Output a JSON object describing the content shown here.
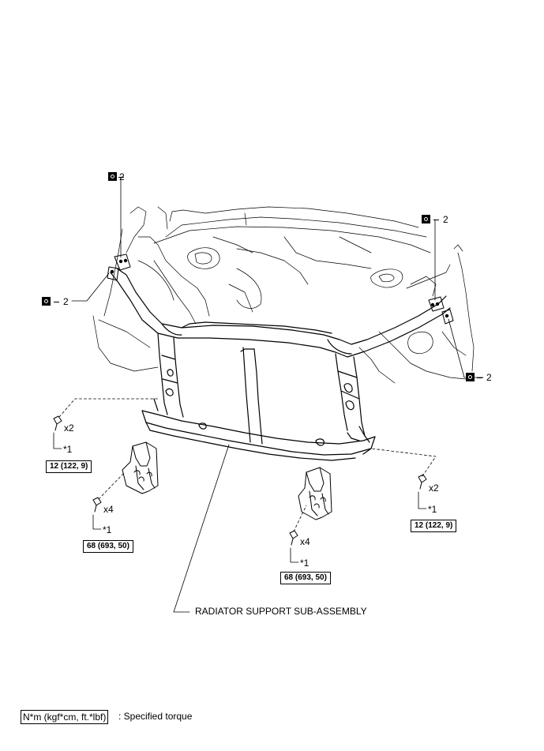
{
  "seal_marks": [
    {
      "number": "2"
    },
    {
      "number": "2"
    },
    {
      "number": "2"
    },
    {
      "number": "2"
    }
  ],
  "qty": {
    "upper_left": "x2",
    "lower_left": "x4",
    "lower_mid": "x4",
    "right": "x2"
  },
  "refs": {
    "upper_left": "*1",
    "lower_left": "*1",
    "lower_mid": "*1",
    "right": "*1"
  },
  "torques": {
    "upper_left": "12 (122, 9)",
    "lower_left": "68 (693, 50)",
    "lower_mid": "68 (693, 50)",
    "right": "12 (122, 9)"
  },
  "part_label": "RADIATOR SUPPORT SUB-ASSEMBLY",
  "legend": {
    "box": "N*m (kgf*cm, ft.*lbf)",
    "text": ": Specified torque"
  },
  "icons": {
    "seal": "non-reusable-part-icon",
    "bolt": "bolt-icon"
  }
}
